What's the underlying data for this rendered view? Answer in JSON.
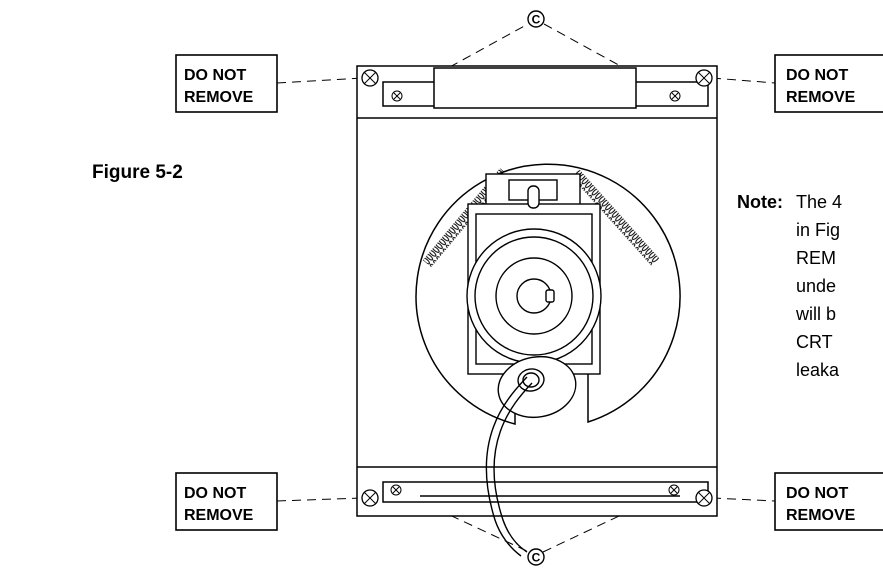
{
  "figure": {
    "label": "Figure 5-2"
  },
  "labels": {
    "top_left": [
      "DO NOT",
      "REMOVE"
    ],
    "top_right": [
      "DO NOT",
      "REMOVE"
    ],
    "bottom_left": [
      "DO NOT",
      "REMOVE"
    ],
    "bottom_right": [
      "DO NOT",
      "REMOVE"
    ]
  },
  "callouts": {
    "top": "C",
    "bottom": "C"
  },
  "note": {
    "heading": "Note:",
    "lines": [
      "The 4",
      "in Fig",
      "REM",
      "unde",
      "will b",
      "CRT",
      "leaka"
    ]
  }
}
